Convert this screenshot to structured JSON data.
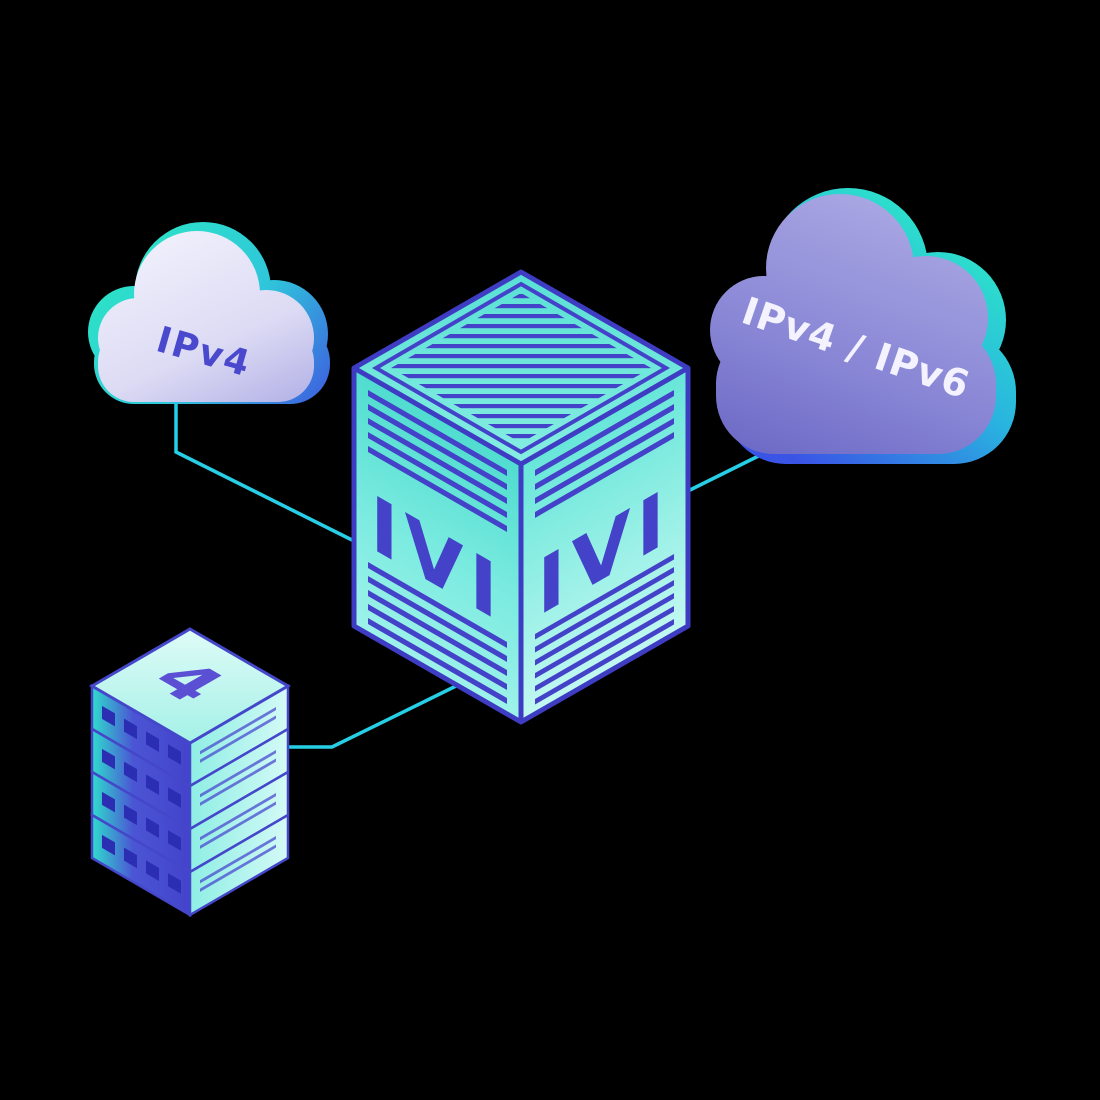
{
  "diagram": {
    "background": "#000000",
    "nodes": {
      "ipv4_cloud": {
        "label": "IPv4"
      },
      "dualstack_cloud": {
        "label": "IPv4 / IPv6"
      },
      "ivi_translator": {
        "left_face_label": "IVI",
        "right_face_label": "IVI"
      },
      "server_stack": {
        "top_label": "4",
        "unit_count": 4
      }
    },
    "connections": [
      {
        "from": "ipv4_cloud",
        "to": "ivi_translator"
      },
      {
        "from": "dualstack_cloud",
        "to": "ivi_translator"
      },
      {
        "from": "server_stack",
        "to": "ivi_translator"
      }
    ],
    "colors": {
      "connector_cyan": "#26cfe6",
      "cube_teal": "#5ce2d6",
      "cube_indigo": "#4342c8",
      "cloud_left_lavender": "#dcdbf4",
      "cloud_right_purple": "#8a88d6",
      "accent_teal": "#2de4c9",
      "accent_blue": "#3a55e6",
      "stack_mint": "#c6f8f1",
      "label_indigo": "#4a49ce",
      "label_white": "#f3f2fe"
    }
  }
}
